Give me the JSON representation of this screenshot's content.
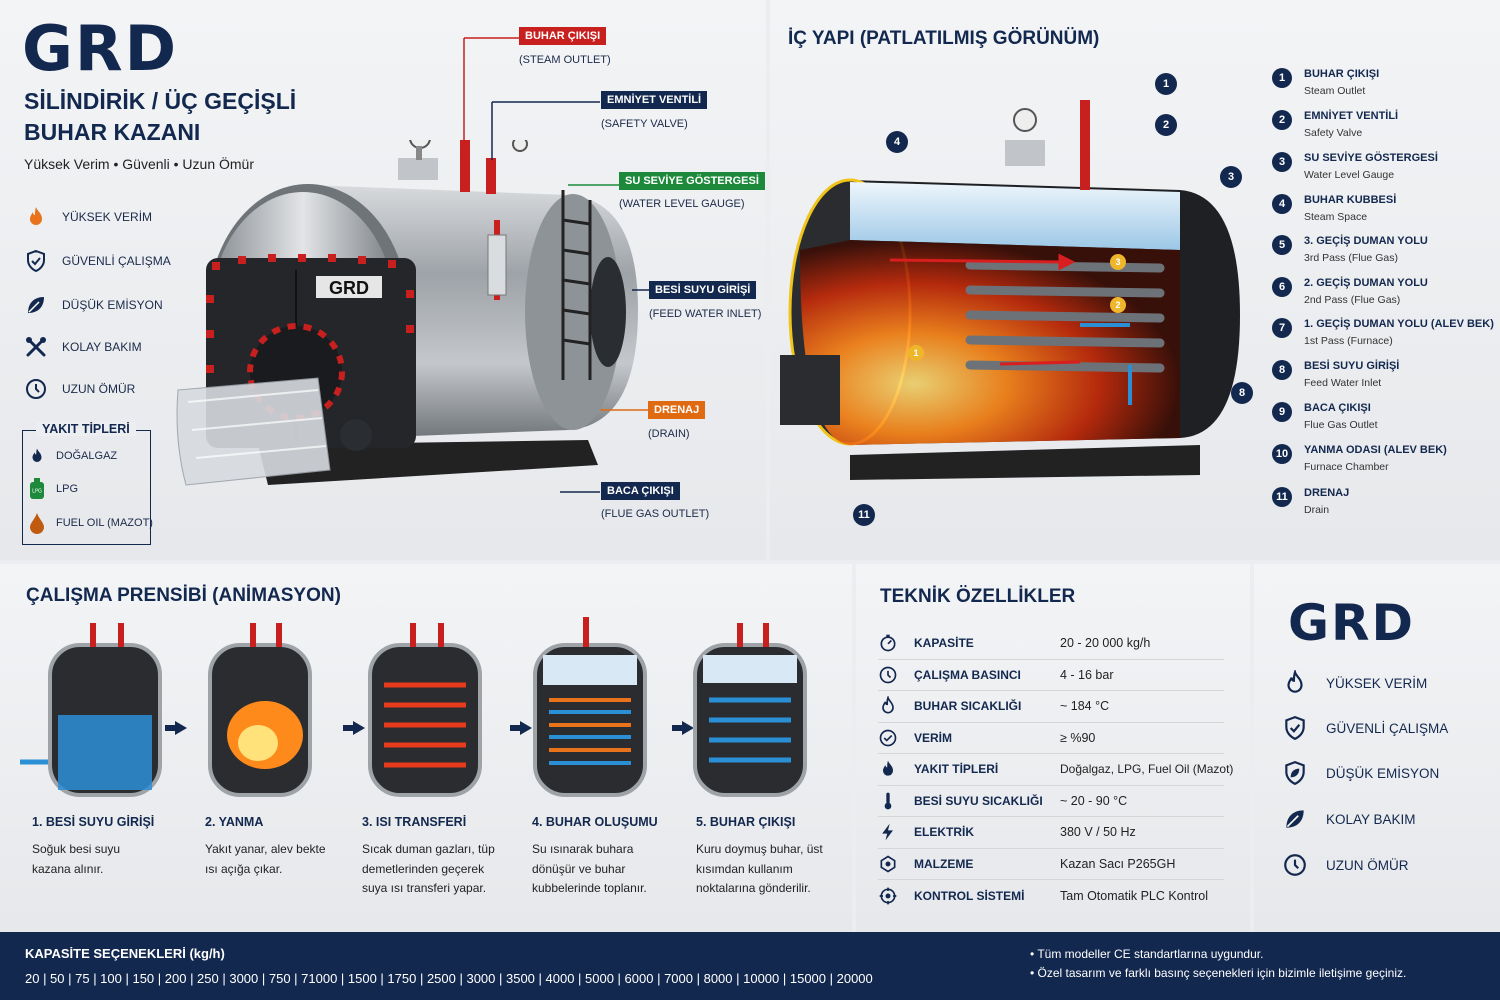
{
  "brand": {
    "logo": "GRD",
    "plate": "GRD"
  },
  "header": {
    "title_line1": "SİLİNDİRİK / ÜÇ GEÇİŞLİ",
    "title_line2": "BUHAR KAZANI",
    "tagline": "Yüksek Verim • Güvenli • Uzun Ömür"
  },
  "features": [
    {
      "label": "YÜKSEK VERİM",
      "icon": "flame-icon"
    },
    {
      "label": "GÜVENLİ ÇALIŞMA",
      "icon": "shield-icon"
    },
    {
      "label": "DÜŞÜK EMİSYON",
      "icon": "leaf-icon"
    },
    {
      "label": "KOLAY BAKIM",
      "icon": "wrench-icon"
    },
    {
      "label": "UZUN ÖMÜR",
      "icon": "clock-icon"
    }
  ],
  "fuel": {
    "title": "YAKIT TİPLERİ",
    "items": [
      {
        "label": "DOĞALGAZ",
        "icon": "gas-flame-icon"
      },
      {
        "label": "LPG",
        "icon": "lpg-cylinder-icon",
        "badge": "LPG"
      },
      {
        "label": "FUEL OIL (MAZOT)",
        "icon": "oil-drop-icon"
      }
    ]
  },
  "callouts": [
    {
      "label": "BUHAR ÇIKIŞI",
      "sub": "(STEAM OUTLET)",
      "color": "#c8201e"
    },
    {
      "label": "EMNİYET VENTİLİ",
      "sub": "(SAFETY VALVE)",
      "color": "#13284f"
    },
    {
      "label": "SU SEVİYE GÖSTERGESİ",
      "sub": "(WATER LEVEL GAUGE)",
      "color": "#1c8a3a"
    },
    {
      "label": "BESİ SUYU GİRİŞİ",
      "sub": "(FEED WATER INLET)",
      "color": "#13284f"
    },
    {
      "label": "DRENAJ",
      "sub": "(DRAIN)",
      "color": "#e06a12"
    },
    {
      "label": "BACA ÇIKIŞI",
      "sub": "(FLUE GAS OUTLET)",
      "color": "#13284f"
    }
  ],
  "exploded": {
    "title": "İÇ YAPI (PATLATILMIŞ GÖRÜNÜM)",
    "flow_marks": [
      "3",
      "2",
      "1"
    ],
    "legend": [
      {
        "n": "1",
        "title": "BUHAR ÇIKIŞI",
        "sub": "Steam Outlet"
      },
      {
        "n": "2",
        "title": "EMNİYET VENTİLİ",
        "sub": "Safety Valve"
      },
      {
        "n": "3",
        "title": "SU SEVİYE GÖSTERGESİ",
        "sub": "Water Level Gauge"
      },
      {
        "n": "4",
        "title": "BUHAR KUBBESİ",
        "sub": "Steam Space"
      },
      {
        "n": "5",
        "title": "3. GEÇİŞ DUMAN YOLU",
        "sub": "3rd Pass (Flue Gas)"
      },
      {
        "n": "6",
        "title": "2. GEÇİŞ DUMAN YOLU",
        "sub": "2nd Pass (Flue Gas)"
      },
      {
        "n": "7",
        "title": "1. GEÇİŞ DUMAN YOLU (ALEV BEK)",
        "sub": "1st Pass (Furnace)"
      },
      {
        "n": "8",
        "title": "BESİ SUYU GİRİŞİ",
        "sub": "Feed Water Inlet"
      },
      {
        "n": "9",
        "title": "BACA ÇIKIŞI",
        "sub": "Flue Gas Outlet"
      },
      {
        "n": "10",
        "title": "YANMA ODASI (ALEV BEK)",
        "sub": "Furnace Chamber"
      },
      {
        "n": "11",
        "title": "DRENAJ",
        "sub": "Drain"
      }
    ]
  },
  "principle": {
    "title": "ÇALIŞMA PRENSİBİ (ANİMASYON)",
    "steps": [
      {
        "title": "1. BESİ SUYU GİRİŞİ",
        "desc": "Soğuk besi suyu kazana alınır."
      },
      {
        "title": "2. YANMA",
        "desc": "Yakıt yanar, alev bekte ısı açığa çıkar."
      },
      {
        "title": "3. ISI TRANSFERİ",
        "desc": "Sıcak duman gazları, tüp demetlerinden geçerek suya ısı transferi yapar."
      },
      {
        "title": "4. BUHAR OLUŞUMU",
        "desc": "Su ısınarak buhara dönüşür ve buhar kubbelerinde toplanır."
      },
      {
        "title": "5. BUHAR ÇIKIŞI",
        "desc": "Kuru doymuş buhar, üst kısımdan kullanım noktalarına gönderilir."
      }
    ]
  },
  "specs": {
    "title": "TEKNİK ÖZELLİKLER",
    "rows": [
      {
        "label": "KAPASİTE",
        "value": "20 - 20 000 kg/h",
        "icon": "gauge-icon"
      },
      {
        "label": "ÇALIŞMA BASINCI",
        "value": "4 - 16 bar",
        "icon": "pressure-icon"
      },
      {
        "label": "BUHAR SICAKLIĞI",
        "value": "~ 184 °C",
        "icon": "flame-icon"
      },
      {
        "label": "VERİM",
        "value": "≥ %90",
        "icon": "check-circle-icon"
      },
      {
        "label": "YAKIT TİPLERİ",
        "value": "Doğalgaz, LPG, Fuel Oil (Mazot)",
        "icon": "flame-icon"
      },
      {
        "label": "BESİ SUYU SICAKLIĞI",
        "value": "~ 20 - 90 °C",
        "icon": "thermometer-icon"
      },
      {
        "label": "ELEKTRİK",
        "value": "380 V / 50 Hz",
        "icon": "bolt-icon"
      },
      {
        "label": "MALZEME",
        "value": "Kazan Sacı P265GH",
        "icon": "material-icon"
      },
      {
        "label": "KONTROL SİSTEMİ",
        "value": "Tam Otomatik PLC Kontrol",
        "icon": "control-icon"
      }
    ]
  },
  "right_features": [
    {
      "label": "YÜKSEK VERİM",
      "icon": "flame-icon"
    },
    {
      "label": "GÜVENLİ ÇALIŞMA",
      "icon": "shield-icon"
    },
    {
      "label": "DÜŞÜK EMİSYON",
      "icon": "leaf-shield-icon"
    },
    {
      "label": "KOLAY BAKIM",
      "icon": "leaf-icon"
    },
    {
      "label": "UZUN ÖMÜR",
      "icon": "clock-icon"
    }
  ],
  "footer": {
    "title": "KAPASİTE SEÇENEKLERİ (kg/h)",
    "capacities": "20 | 50 | 75 | 100 | 150 | 200 | 250 | 3000 | 750 | 71000 | 1500 | 1750 | 2500 | 3000 | 3500 | 4000 | 5000 | 6000 | 7000 | 8000 | 10000 | 15000 | 20000",
    "note1": "• Tüm modeller CE standartlarına uygundur.",
    "note2": "• Özel tasarım ve farklı basınç seçenekleri için bizimle iletişime geçiniz."
  },
  "colors": {
    "navy": "#13284f",
    "red": "#c8201e",
    "green": "#1c8a3a",
    "orange": "#e06a12",
    "water": "#2b8fd6"
  }
}
